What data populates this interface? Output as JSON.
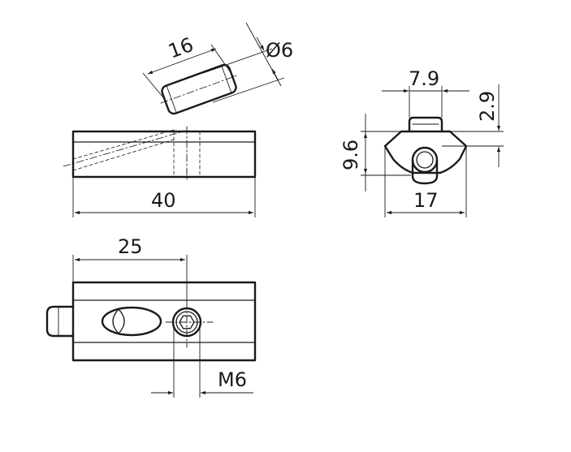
{
  "labels": {
    "pin_length": "16",
    "pin_diameter": "Ø6",
    "body_length": "40",
    "top_width": "7.9",
    "top_height": "2.9",
    "side_height": "9.6",
    "base_width": "17",
    "hole_offset": "25",
    "thread": "M6"
  }
}
